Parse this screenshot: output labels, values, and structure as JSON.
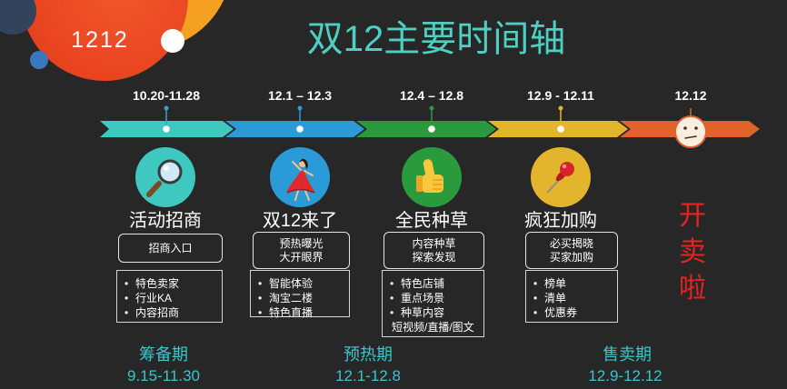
{
  "badge": "1212",
  "title": "双12主要时间轴",
  "theme": {
    "background": "#272727",
    "title_color": "#4dd0c2",
    "phase_color": "#3cc3cc",
    "sale_color": "#e8231f"
  },
  "timeline": [
    {
      "date": "10.20-11.28",
      "color": "#3ec8c0",
      "icon": "magnifier-icon",
      "label": "活动招商",
      "highlight": [
        "招商入口"
      ],
      "items": [
        "特色卖家",
        "行业KA",
        "内容招商"
      ]
    },
    {
      "date": "12.1 – 12.3",
      "color": "#2b9bd8",
      "icon": "dancer-icon",
      "label": "双12来了",
      "highlight": [
        "预热曝光",
        "大开眼界"
      ],
      "items": [
        "智能体验",
        "淘宝二楼",
        "特色直播"
      ]
    },
    {
      "date": "12.4 – 12.8",
      "color": "#2a9b3d",
      "icon": "thumbs-up-icon",
      "label": "全民种草",
      "highlight": [
        "内容种草",
        "探索发现"
      ],
      "items": [
        "特色店铺",
        "重点场景",
        "种草内容"
      ],
      "note": "短视频/直播/图文"
    },
    {
      "date": "12.9 - 12.11",
      "color": "#e3b52c",
      "icon": "pushpin-icon",
      "label": "疯狂加购",
      "highlight": [
        "必买揭晓",
        "买家加购"
      ],
      "items": [
        "榜单",
        "清单",
        "优惠券"
      ]
    },
    {
      "date": "12.12",
      "color": "#e2622b",
      "icon": "face-icon",
      "sale": [
        "开",
        "卖",
        "啦"
      ]
    }
  ],
  "phases": [
    {
      "name": "筹备期",
      "range": "9.15-11.30"
    },
    {
      "name": "预热期",
      "range": "12.1-12.8"
    },
    {
      "name": "售卖期",
      "range": "12.9-12.12"
    }
  ]
}
